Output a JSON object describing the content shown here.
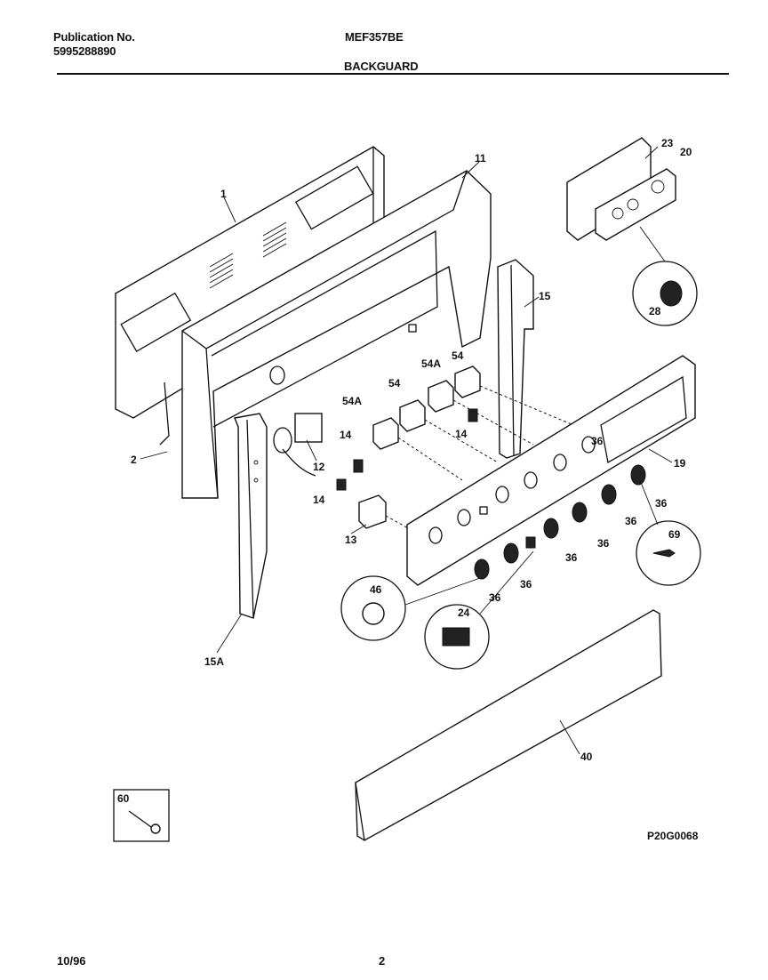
{
  "header": {
    "publication_label": "Publication No.",
    "publication_number": "5995288890",
    "model": "MEF357BE",
    "section": "BACKGUARD"
  },
  "diagram": {
    "callouts": {
      "c1": "1",
      "c2": "2",
      "c11": "11",
      "c12": "12",
      "c13": "13",
      "c14a": "14",
      "c14b": "14",
      "c14c": "14",
      "c15": "15",
      "c15a": "15A",
      "c19": "19",
      "c20": "20",
      "c23": "23",
      "c24": "24",
      "c28": "28",
      "c36a": "36",
      "c36b": "36",
      "c36c": "36",
      "c36d": "36",
      "c36e": "36",
      "c36f": "36",
      "c36g": "36",
      "c40": "40",
      "c46": "46",
      "c54a": "54",
      "c54b": "54",
      "c54Aa": "54A",
      "c54Ab": "54A",
      "c60": "60",
      "c69": "69"
    },
    "drawing_code": "P20G0068"
  },
  "footer": {
    "date": "10/96",
    "page": "2"
  }
}
